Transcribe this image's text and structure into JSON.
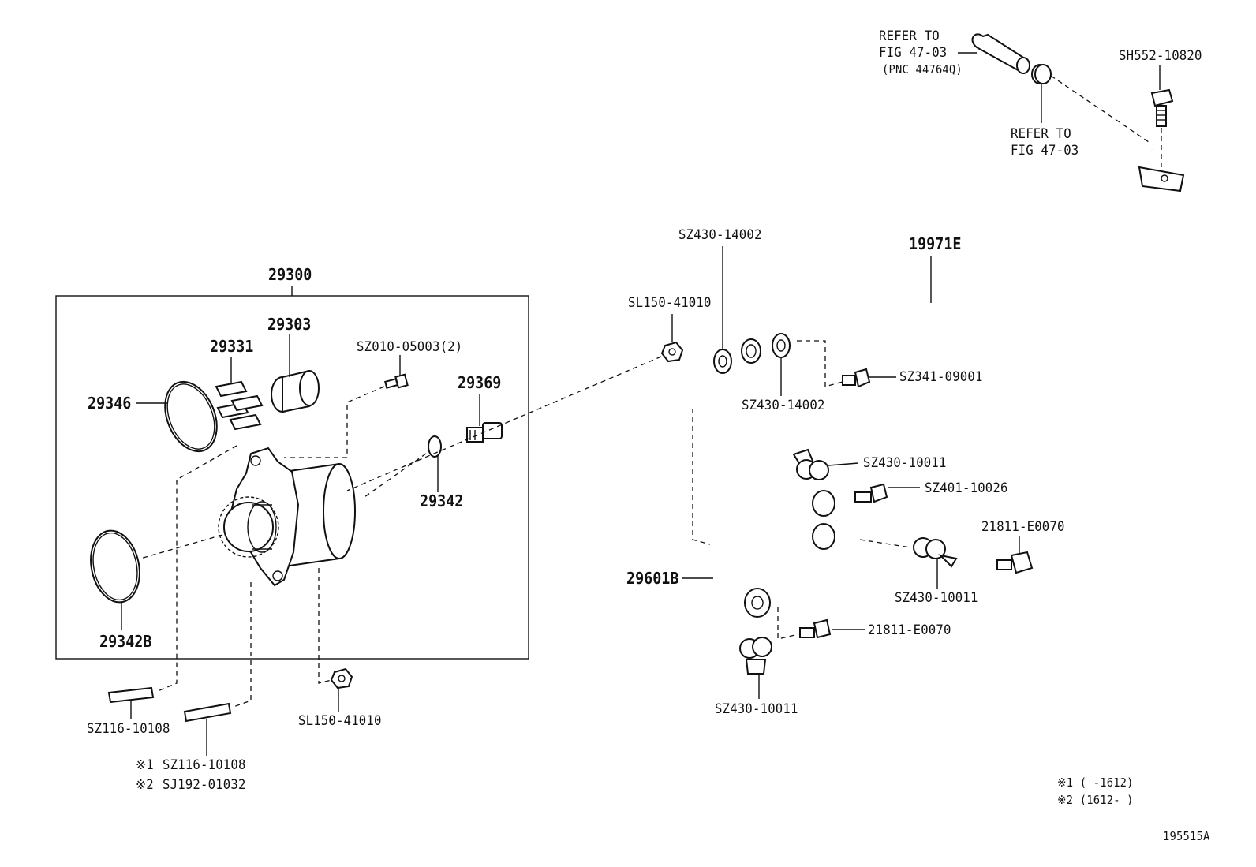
{
  "group_label": "29300",
  "parts": {
    "p29303": "29303",
    "p29331": "29331",
    "p29346": "29346",
    "p29369": "29369",
    "p29342": "29342",
    "p29342B": "29342B",
    "sz010": "SZ010-05003(2)",
    "sl150_top": "SL150-41010",
    "sl150_bottom": "SL150-41010",
    "sz116_a": "SZ116-10108",
    "sz116_b": "SZ116-10108",
    "sj192": "SJ192-01032",
    "sz430_14002_top": "SZ430-14002",
    "sz430_14002_bottom": "SZ430-14002",
    "p19971E": "19971E",
    "sz341": "SZ341-09001",
    "sh552": "SH552-10820",
    "sz430_10011_a": "SZ430-10011",
    "sz401": "SZ401-10026",
    "p21811_a": "21811-E0070",
    "p29601B": "29601B",
    "sz430_10011_b": "SZ430-10011",
    "p21811_b": "21811-E0070",
    "sz430_10011_c": "SZ430-10011"
  },
  "refer_hose": {
    "line1": "REFER TO",
    "line2": "FIG 47-03",
    "line3": "(PNC 44764Q)"
  },
  "refer_clamp": {
    "line1": "REFER TO",
    "line2": "FIG 47-03"
  },
  "marks": {
    "mark1": "※1",
    "mark2": "※2"
  },
  "notes": {
    "note1": "※1 (    -1612)",
    "note2": "※2 (1612-    )"
  },
  "figure_id": "195515A"
}
